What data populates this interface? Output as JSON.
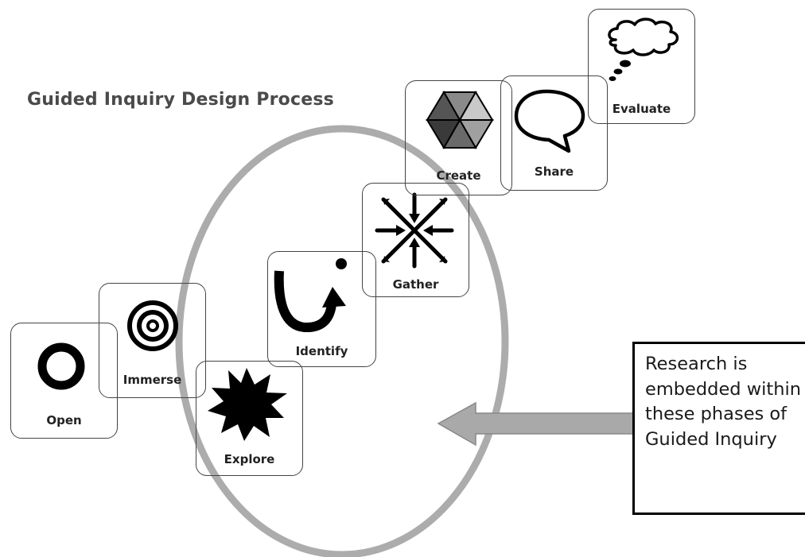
{
  "title": "Guided Inquiry Design Process",
  "phases": [
    {
      "label": "Open",
      "icon": "ring-icon"
    },
    {
      "label": "Immerse",
      "icon": "target-icon"
    },
    {
      "label": "Explore",
      "icon": "starburst-icon"
    },
    {
      "label": "Identify",
      "icon": "u-turn-arrow-icon"
    },
    {
      "label": "Gather",
      "icon": "converging-arrows-icon"
    },
    {
      "label": "Create",
      "icon": "hexagon-icon"
    },
    {
      "label": "Share",
      "icon": "speech-bubble-icon"
    },
    {
      "label": "Evaluate",
      "icon": "thought-bubble-icon"
    }
  ],
  "callout": {
    "text": "Research is embedded within these phases of Guided Inquiry"
  },
  "colors": {
    "ellipse": "#9e9e9e",
    "arrow": "#a9a9a9",
    "box_border": "#444444",
    "icon": "#000000"
  }
}
